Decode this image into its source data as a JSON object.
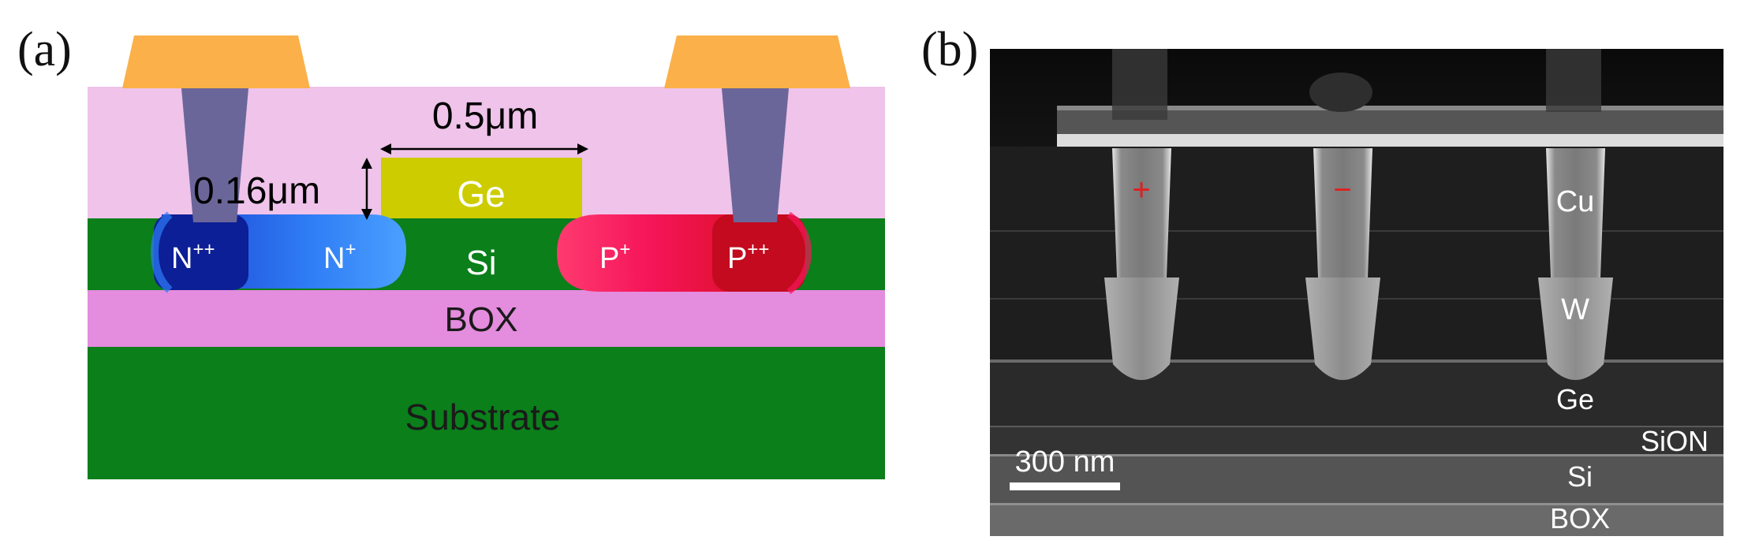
{
  "panel_a": {
    "label": "(a)",
    "dimensions": {
      "width": "0.5μm",
      "height": "0.16μm"
    },
    "regions": {
      "ge": "Ge",
      "si": "Si",
      "box": "BOX",
      "substrate": "Substrate",
      "n_plus_plus": "N",
      "n_plus_plus_sup": "++",
      "n_plus": "N",
      "n_plus_sup": "+",
      "p_plus": "P",
      "p_plus_sup": "+",
      "p_plus_plus": "P",
      "p_plus_plus_sup": "++"
    },
    "colors": {
      "oxide": "#efc3ea",
      "pad": "#fbb04a",
      "via": "#6b6699",
      "silicon": "#0a7f1a",
      "ge": "#cccc00",
      "box": "#e48cde",
      "n_plus_plus": "#0c1f96",
      "n_plus": "#2f7cf5",
      "p_plus": "#f5155a",
      "p_plus_plus": "#c30a1e"
    }
  },
  "panel_b": {
    "label": "(b)",
    "labels": {
      "plus": "+",
      "minus": "−",
      "cu": "Cu",
      "w": "W",
      "ge": "Ge",
      "sion": "SiON",
      "si": "Si",
      "box": "BOX",
      "scale": "300 nm"
    }
  }
}
